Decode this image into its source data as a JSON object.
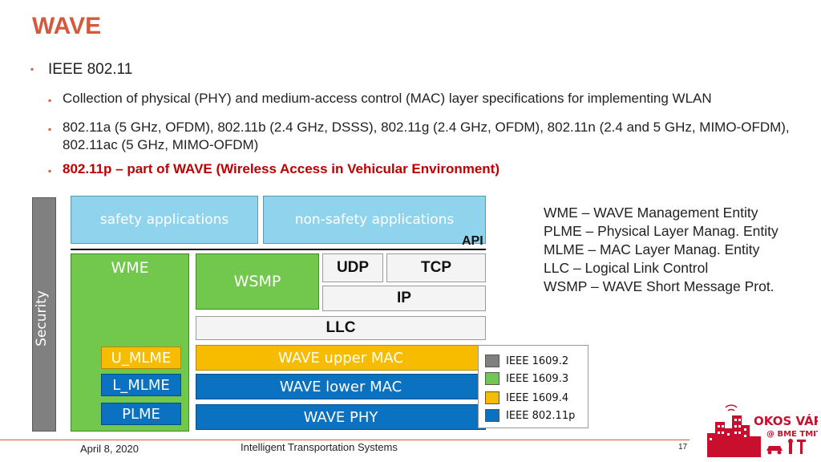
{
  "slide": {
    "title": "WAVE"
  },
  "bullets": {
    "level1": "IEEE 802.11",
    "level2": [
      "Collection of physical (PHY) and medium-access control (MAC) layer specifications for implementing WLAN",
      "802.11a (5 GHz, OFDM), 802.11b (2.4 GHz, DSSS), 802.11g (2.4 GHz, OFDM), 802.11n (2.4 and 5 GHz, MIMO-OFDM), 802.11ac (5 GHz, MIMO-OFDM)",
      "802.11p – part of WAVE (Wireless Access in Vehicular Environment)"
    ],
    "marker": "▪"
  },
  "diagram": {
    "security": "Security",
    "safety_apps": "safety applications",
    "nonsafety_apps": "non-safety applications",
    "api": "API",
    "wme": "WME",
    "wsmp": "WSMP",
    "udp": "UDP",
    "tcp": "TCP",
    "ip": "IP",
    "llc": "LLC",
    "u_mlme": "U_MLME",
    "l_mlme": "L_MLME",
    "plme": "PLME",
    "wave_upper_mac": "WAVE upper MAC",
    "wave_lower_mac": "WAVE lower MAC",
    "wave_phy": "WAVE PHY"
  },
  "definitions": [
    "WME – WAVE Management Entity",
    "PLME – Physical Layer Manag. Entity",
    "MLME – MAC Layer Manag. Entity",
    "LLC – Logical Link Control",
    "WSMP – WAVE Short Message Prot."
  ],
  "legend": [
    {
      "label": "IEEE 1609.2",
      "color": "#808080"
    },
    {
      "label": "IEEE 1609.3",
      "color": "#72c84c"
    },
    {
      "label": "IEEE 1609.4",
      "color": "#f7bc00"
    },
    {
      "label": "IEEE 802.11p",
      "color": "#0a72c0"
    }
  ],
  "footer": {
    "date": "April 8, 2020",
    "course": "Intelligent Transportation Systems",
    "page": "17"
  },
  "logo": {
    "line1": "OKOS VÁROS",
    "line2": "@ BME TMIT",
    "color": "#c8102e"
  },
  "colors": {
    "accent": "#d35a3c",
    "highlight": "#c00000"
  }
}
